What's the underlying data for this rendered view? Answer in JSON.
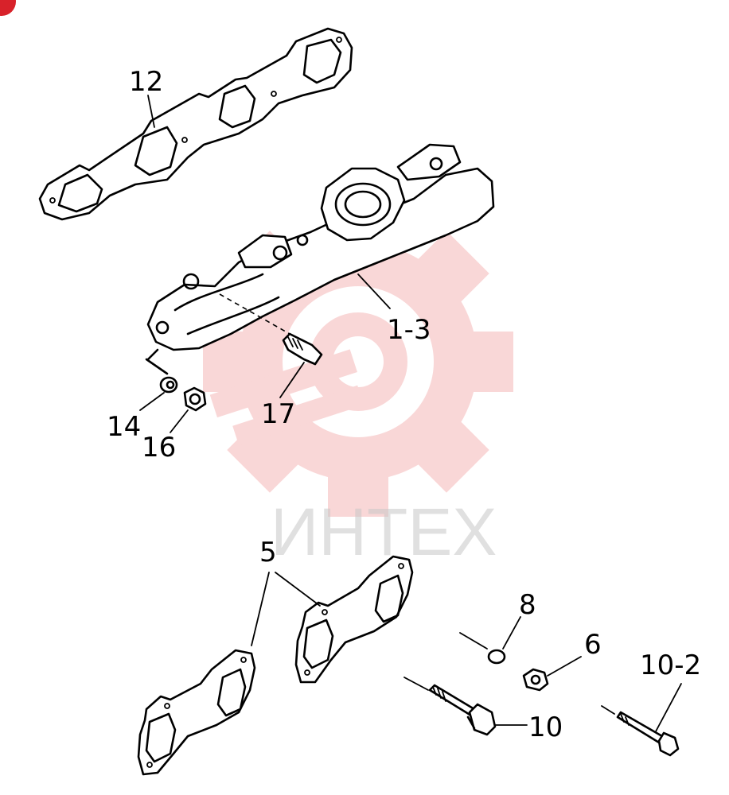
{
  "watermark": {
    "text": "ИНТЕХ",
    "color": "#f5b0b0",
    "text_color": "#c8c8c8"
  },
  "corner_badge_color": "#d8222a",
  "callouts": {
    "p12": "12",
    "p1_3": "1-3",
    "p17": "17",
    "p14": "14",
    "p16": "16",
    "p5": "5",
    "p8": "8",
    "p6": "6",
    "p10_2": "10-2",
    "p10": "10"
  }
}
